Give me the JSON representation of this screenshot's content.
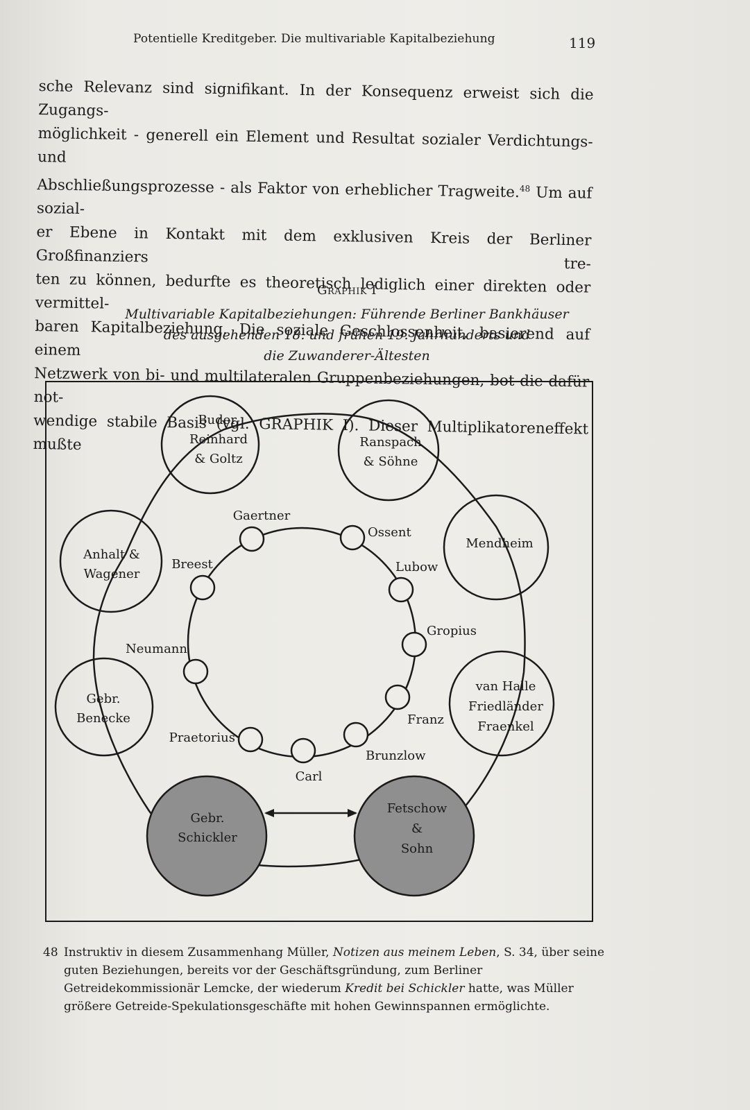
{
  "running_head": "Potentielle Kreditgeber. Die multivariable Kapitalbeziehung",
  "page_number": "119",
  "body_lines": [
    "sche Relevanz sind signifikant. In der Konsequenz erweist sich die Zugangs-",
    "möglichkeit - generell ein Element und Resultat sozialer Verdichtungs- und",
    "Abschließungsprozesse - als Faktor von erheblicher Tragweite.",
    "er Ebene in Kontakt mit dem exklusiven Kreis der Berliner Großfinanziers tre-",
    "ten zu können, bedurfte es theoretisch lediglich einer direkten oder vermittel-",
    "baren Kapitalbeziehung. Die soziale Geschlossenheit, basierend auf einem",
    "Netzwerk von bi- und multilateralen Gruppenbeziehungen, bot die dafür not-",
    "wendige stabile Basis (vgl. GRAPHIK I). Dieser Multiplikatoreneffekt mußte"
  ],
  "footnote_ref": "48",
  "line3_tail": " Um auf sozial-",
  "graphic": {
    "label": "Graphik I",
    "caption_lines": [
      "Multivariable Kapitalbeziehungen: Führende Berliner Bankhäuser",
      "des ausgehenden 18. und frühen 19. Jahrhunderts und",
      "die Zuwanderer-Ältesten"
    ]
  },
  "diagram": {
    "outer_banks": {
      "buder": [
        "Buder,",
        "Reinhard",
        "& Goltz"
      ],
      "ranspach": [
        "Ranspach",
        "& Söhne"
      ],
      "mendheim": [
        "Mendheim"
      ],
      "vanhalle": [
        "van Halle",
        "Friedländer",
        "Fraenkel"
      ],
      "anhalt": [
        "Anhalt &",
        "Wagener"
      ],
      "benecke": [
        "Gebr.",
        "Benecke"
      ],
      "schickler": [
        "Gebr.",
        "Schickler"
      ],
      "fetschow": [
        "Fetschow",
        "&",
        "Sohn"
      ]
    },
    "elders": {
      "gaertner": "Gaertner",
      "ossent": "Ossent",
      "lubow": "Lubow",
      "gropius": "Gropius",
      "franz": "Franz",
      "brunzlow": "Brunzlow",
      "carl": "Carl",
      "praetorius": "Praetorius",
      "neumann": "Neumann",
      "breest": "Breest"
    },
    "colors": {
      "line": "#1a1a1a",
      "filled_node": "#8f8f8f",
      "frame": "#1a1a1a"
    }
  },
  "footnote": {
    "number": "48",
    "parts": [
      {
        "t": "Instruktiv in diesem Zusammenhang Müller, ",
        "i": false
      },
      {
        "t": "Notizen aus meinem Leben",
        "i": true
      },
      {
        "t": ", S. 34, über seine guten Beziehungen, bereits vor der Geschäftsgründung, zum Berliner Getreidekommissionär Lemcke, der wiederum ",
        "i": false
      },
      {
        "t": "Kredit bei Schickler",
        "i": true
      },
      {
        "t": " hatte, was Müller größere Getreide-Spekulationsgeschäfte mit hohen Gewinnspannen ermöglichte.",
        "i": false
      }
    ]
  }
}
